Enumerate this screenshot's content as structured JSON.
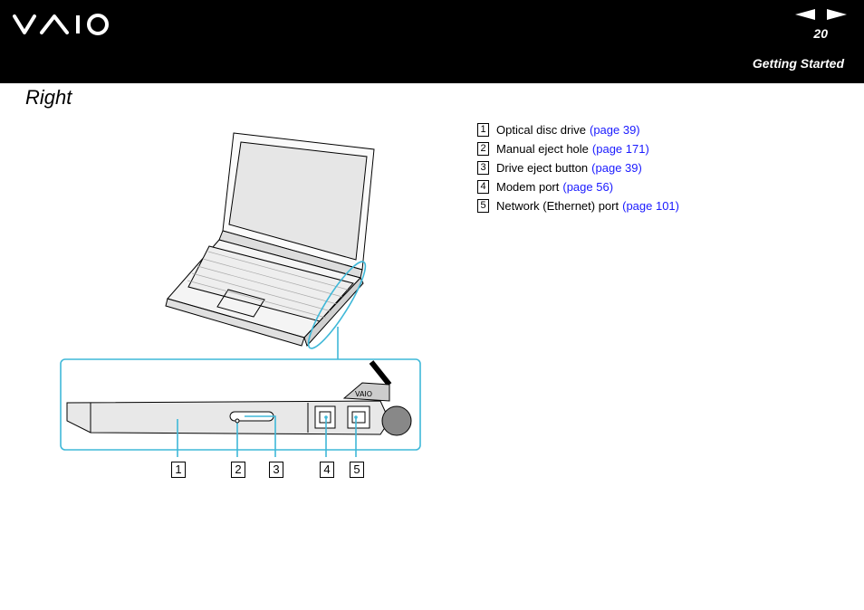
{
  "header": {
    "logo_text": "VAIO",
    "prev_icon": "left-arrow-icon",
    "next_icon": "right-arrow-icon",
    "page_number": "20",
    "section": "Getting Started"
  },
  "title": "Right",
  "legend": [
    {
      "num": "1",
      "text": "Optical disc drive",
      "link": "(page 39)"
    },
    {
      "num": "2",
      "text": "Manual eject hole",
      "link": "(page 171)"
    },
    {
      "num": "3",
      "text": "Drive eject button",
      "link": "(page 39)"
    },
    {
      "num": "4",
      "text": "Modem port",
      "link": "(page 56)"
    },
    {
      "num": "5",
      "text": "Network (Ethernet) port",
      "link": "(page 101)"
    }
  ],
  "callouts": [
    "1",
    "2",
    "3",
    "4",
    "5"
  ],
  "colors": {
    "header_bg": "#000000",
    "link": "#1a1aff",
    "callout_line": "#3fb8d8"
  }
}
